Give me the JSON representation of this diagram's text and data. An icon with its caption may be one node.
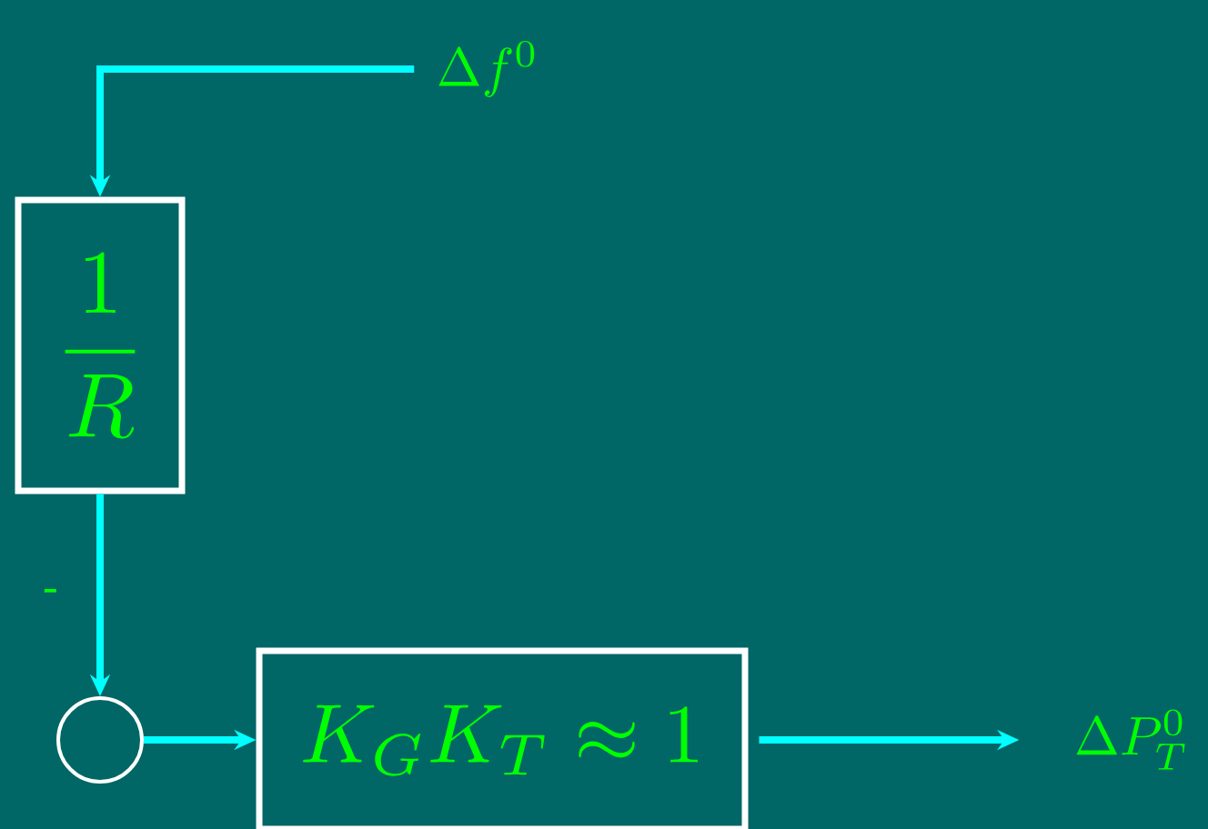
{
  "diagram": {
    "nodes": [
      {
        "text": [
          "\\Delta f^{0}"
        ]
      },
      {
        "text": [
          "\\frac{1}{R}"
        ]
      },
      {
        "text": [],
        "shape": "circle"
      },
      {
        "text": [
          "K_G K_T \\approx 1"
        ]
      },
      {
        "text": [
          "\\Delta P_T^{0}"
        ]
      }
    ],
    "edges": [
      {
        "from": 0,
        "to": 1,
        "arrow": "to"
      },
      {
        "from": 1,
        "to": 2,
        "arrow": "to",
        "label": "-"
      },
      {
        "from": 2,
        "to": 3,
        "arrow": "to"
      },
      {
        "from": 3,
        "to": 4,
        "arrow": "to"
      }
    ]
  }
}
